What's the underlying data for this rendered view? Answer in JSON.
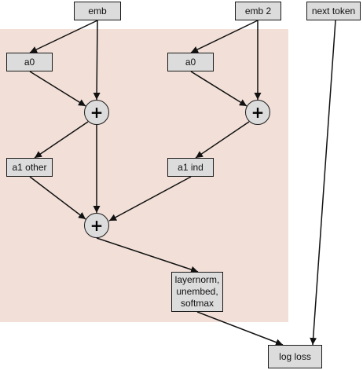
{
  "diagram": {
    "nodes": {
      "emb": "emb",
      "emb2": "emb 2",
      "next_token": "next token",
      "a0_left": "a0",
      "a0_right": "a0",
      "a1_other": "a1 other",
      "a1_ind": "a1 ind",
      "layernorm": "layernorm,\nunembed,\nsoftmax",
      "log_loss": "log loss"
    },
    "plus_symbol": "+",
    "edges": [
      [
        "emb",
        "a0_left"
      ],
      [
        "emb",
        "plus_left_1"
      ],
      [
        "a0_left",
        "plus_left_1"
      ],
      [
        "plus_left_1",
        "a1_other"
      ],
      [
        "plus_left_1",
        "plus_left_2"
      ],
      [
        "a1_other",
        "plus_left_2"
      ],
      [
        "emb2",
        "a0_right"
      ],
      [
        "emb2",
        "plus_right"
      ],
      [
        "a0_right",
        "plus_right"
      ],
      [
        "plus_right",
        "a1_ind"
      ],
      [
        "a1_ind",
        "plus_left_2"
      ],
      [
        "plus_left_2",
        "layernorm"
      ],
      [
        "layernorm",
        "log_loss"
      ],
      [
        "next_token",
        "log_loss"
      ]
    ],
    "colors": {
      "region_fill": "#f2e0d8",
      "node_fill": "#dcdcdc",
      "stroke": "#1a1a1a"
    }
  }
}
